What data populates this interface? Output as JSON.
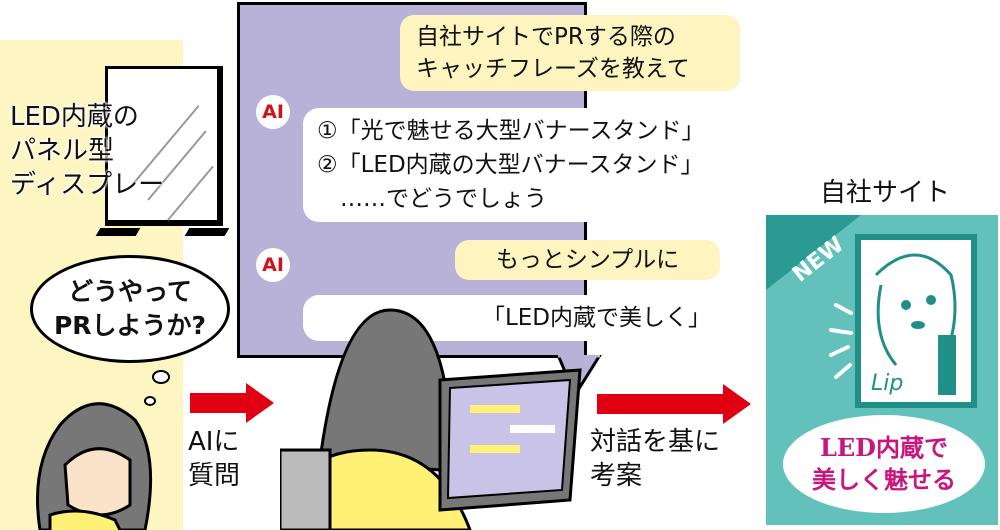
{
  "left": {
    "display_label": "LED内蔵の\nパネル型\nディスプレー",
    "thought": "どうやって\nPRしようか?",
    "arrow_label": "AIに\n質問"
  },
  "chat": {
    "user_message_1": "自社サイトでPRする際の\nキャッチフレーズを教えて",
    "ai_badge": "AI",
    "ai_reply_1": "①「光で魅せる大型バナースタンド」\n②「LED内蔵の大型バナースタンド」\n　……でどうでしょう",
    "user_message_2": "もっとシンプルに",
    "ai_reply_2": "「LED内蔵で美しく」"
  },
  "right": {
    "arrow_label": "対話を基に\n考案",
    "site_title": "自社サイト",
    "new_badge": "NEW",
    "lip_text": "Lip",
    "catchphrase": "LED内蔵で\n美しく魅せる"
  },
  "colors": {
    "yellow_panel": "#fdf6c3",
    "chat_panel": "#b8b2d8",
    "arrow": "#e00012",
    "site_panel": "#62c1ba",
    "badge": "#2a9a92",
    "catchphrase": "#c8167e"
  }
}
